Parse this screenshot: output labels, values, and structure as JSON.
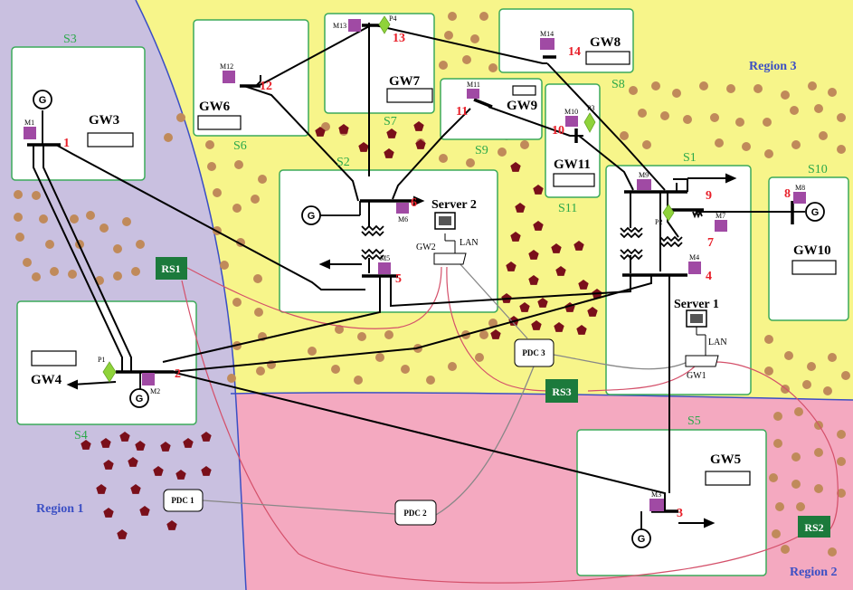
{
  "regions": [
    {
      "id": "r1",
      "label": "Region 1",
      "color": "#c9c0e0"
    },
    {
      "id": "r2",
      "label": "Region 2",
      "color": "#f4a9c0"
    },
    {
      "id": "r3",
      "label": "Region 3",
      "color": "#f7f58a"
    }
  ],
  "subsystems": {
    "s1": "S1",
    "s2": "S2",
    "s3": "S3",
    "s4": "S4",
    "s5": "S5",
    "s6": "S6",
    "s7": "S7",
    "s8": "S8",
    "s9": "S9",
    "s10": "S10",
    "s11": "S11"
  },
  "gateways": {
    "gw1": "GW1",
    "gw2": "GW2",
    "gw3": "GW3",
    "gw4": "GW4",
    "gw5": "GW5",
    "gw6": "GW6",
    "gw7": "GW7",
    "gw8": "GW8",
    "gw9": "GW9",
    "gw10": "GW10",
    "gw11": "GW11"
  },
  "buses": {
    "b1": "1",
    "b2": "2",
    "b3": "3",
    "b4": "4",
    "b5": "5",
    "b6": "6",
    "b7": "7",
    "b8": "8",
    "b9": "9",
    "b10": "10",
    "b11": "11",
    "b12": "12",
    "b13": "13",
    "b14": "14"
  },
  "meters": {
    "m1": "M1",
    "m2": "M2",
    "m3": "M3",
    "m4": "M4",
    "m5": "M5",
    "m6": "M6",
    "m7": "M7",
    "m8": "M8",
    "m9": "M9",
    "m10": "M10",
    "m11": "M11",
    "m12": "M12",
    "m13": "M13",
    "m14": "M14"
  },
  "pmus": {
    "p1": "P1",
    "p2": "P2",
    "p3": "P3",
    "p4": "P4"
  },
  "servers": {
    "server1": "Server 1",
    "server2": "Server 2",
    "lan": "LAN"
  },
  "pdcs": {
    "pdc1": "PDC 1",
    "pdc2": "PDC 2",
    "pdc3": "PDC 3"
  },
  "relay_stations": {
    "rs1": "RS1",
    "rs2": "RS2",
    "rs3": "RS3"
  },
  "generator_symbol": "G",
  "colors": {
    "bus_number": "#e8202a",
    "subsystem_label": "#2aa84a",
    "region_label": "#3b4fc4",
    "box_border": "#3caa5a",
    "meter": "#a04aa4",
    "pmu": "#8fd33a",
    "relay": "#1c7a3c",
    "wireless": "#d4506a",
    "wired": "#888888",
    "dot_brown": "#c08a5a",
    "dot_pentagon": "#7a0f1a"
  }
}
